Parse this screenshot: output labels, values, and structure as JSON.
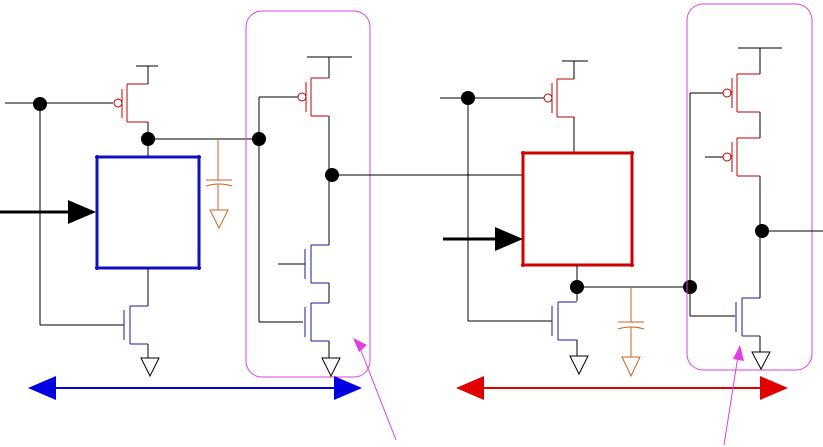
{
  "colors": {
    "wire": "#000000",
    "pmos": "#c00000",
    "nmos": "#1a1aa0",
    "block_left": "#1010c0",
    "block_right": "#d00000",
    "capacitor": "#c8641e",
    "highlight": "#e040e0",
    "span_left": "#0000e0",
    "span_right": "#e00000",
    "input_arrow": "#000000",
    "node_dot": "#000000",
    "background": "#ffffff"
  },
  "stages": [
    {
      "name": "domino-stage-1",
      "block_color": "block_left",
      "span_color": "span_left",
      "keeper_type": "nmos-stack"
    },
    {
      "name": "domino-stage-2",
      "block_color": "block_right",
      "span_color": "span_right",
      "keeper_type": "pmos-stack"
    }
  ],
  "icons": [
    "input-arrow-icon",
    "ground-icon",
    "vdd-rail-icon",
    "capacitor-icon",
    "node-dot-icon",
    "pointer-line-icon",
    "double-arrow-icon"
  ]
}
